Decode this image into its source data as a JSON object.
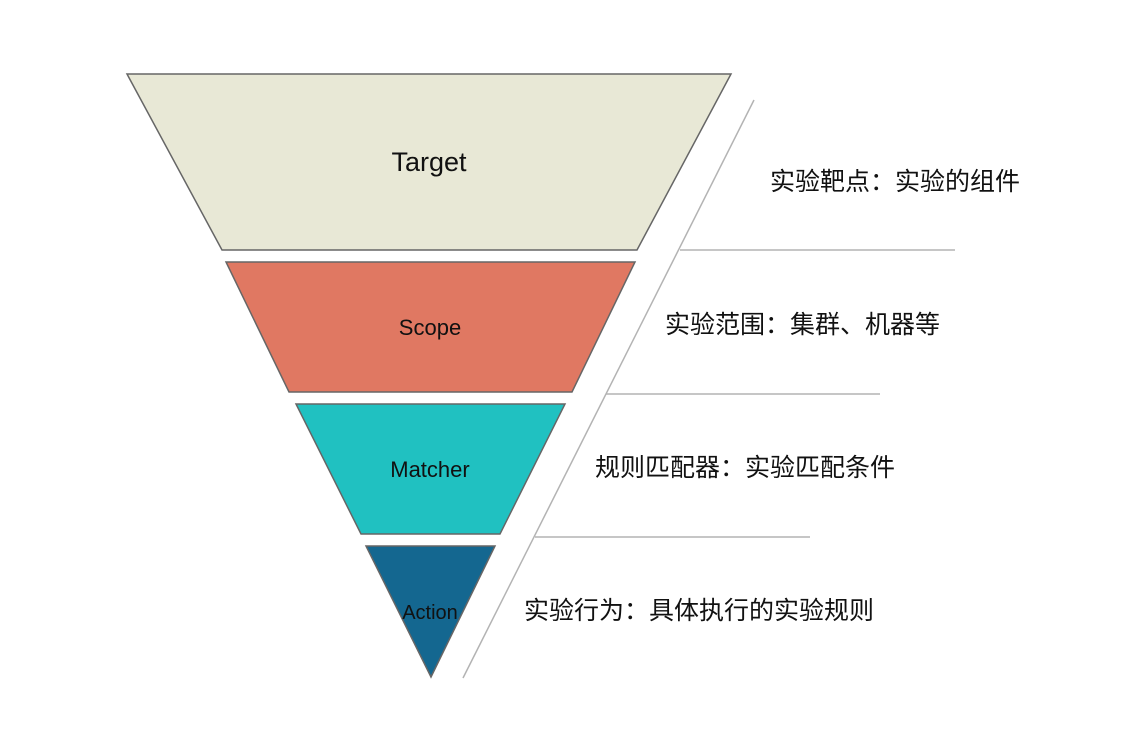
{
  "layers": [
    {
      "label": "Target",
      "description": "实验靶点：实验的组件",
      "color": "#e8e8d6"
    },
    {
      "label": "Scope",
      "description": "实验范围：集群、机器等",
      "color": "#e07862"
    },
    {
      "label": "Matcher",
      "description": "规则匹配器：实验匹配条件",
      "color": "#20c1c1"
    },
    {
      "label": "Action",
      "description": "实验行为：具体执行的实验规则",
      "color": "#146790"
    }
  ],
  "colors": {
    "shape_stroke": "#666666",
    "separator": "#b3b3b3"
  }
}
